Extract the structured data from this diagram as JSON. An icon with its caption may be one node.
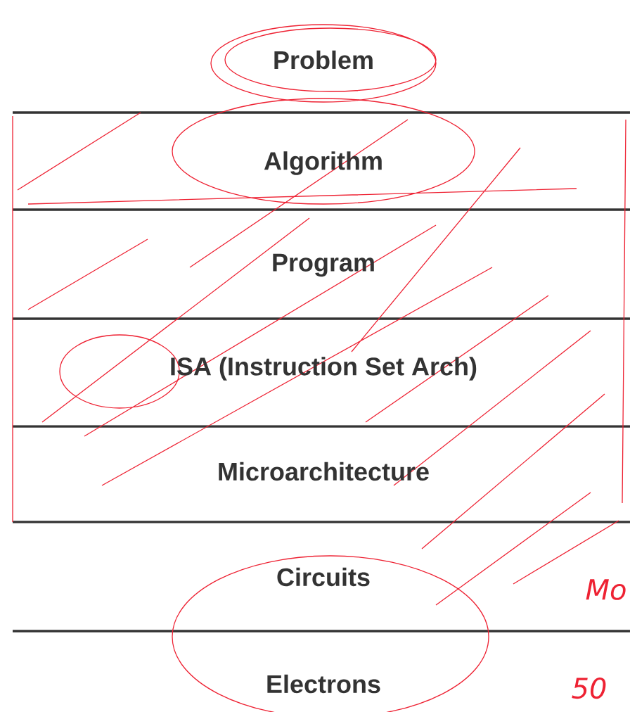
{
  "diagram": {
    "nodes": [
      {
        "text": [
          "Problem"
        ]
      },
      {
        "text": [
          "Algorithm"
        ]
      },
      {
        "text": [
          "Program"
        ]
      },
      {
        "text": [
          "ISA (Instruction Set Arch)"
        ]
      },
      {
        "text": [
          "Microarchitecture"
        ]
      },
      {
        "text": [
          "Circuits"
        ]
      },
      {
        "text": [
          "Electrons"
        ]
      }
    ],
    "labels": [
      "Mo",
      "50"
    ]
  }
}
